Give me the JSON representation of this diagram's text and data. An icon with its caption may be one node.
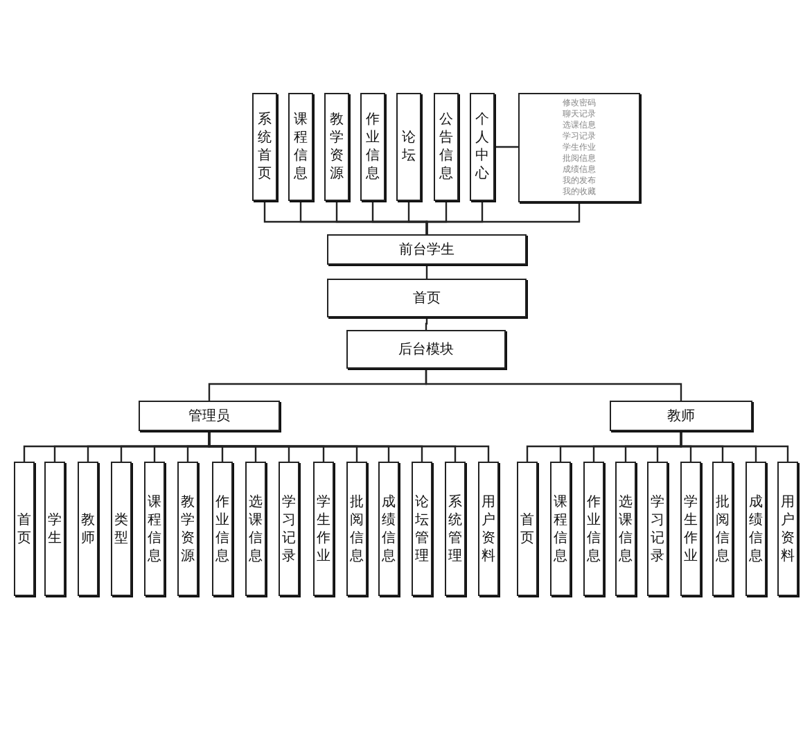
{
  "diagram": {
    "nodes": [
      {
        "text": [
          "系统首页"
        ]
      },
      {
        "text": [
          "课程信息"
        ]
      },
      {
        "text": [
          "教学资源"
        ]
      },
      {
        "text": [
          "作业信息"
        ]
      },
      {
        "text": [
          "论坛"
        ]
      },
      {
        "text": [
          "公告信息"
        ]
      },
      {
        "text": [
          "个人中心"
        ]
      },
      {
        "text": [
          "修改密码",
          "聊天记录",
          "选课信息",
          "学习记录",
          "学生作业",
          "批阅信息",
          "成绩信息",
          "我的发布",
          "我的收藏"
        ]
      },
      {
        "text": [
          "前台学生"
        ]
      },
      {
        "text": [
          "首页"
        ]
      },
      {
        "text": [
          "后台模块"
        ]
      },
      {
        "text": [
          "管理员"
        ]
      },
      {
        "text": [
          "教师"
        ]
      },
      {
        "text": [
          "首页"
        ]
      },
      {
        "text": [
          "学生"
        ]
      },
      {
        "text": [
          "教师"
        ]
      },
      {
        "text": [
          "类型"
        ]
      },
      {
        "text": [
          "课程信息"
        ]
      },
      {
        "text": [
          "教学资源"
        ]
      },
      {
        "text": [
          "作业信息"
        ]
      },
      {
        "text": [
          "选课信息"
        ]
      },
      {
        "text": [
          "学习记录"
        ]
      },
      {
        "text": [
          "学生作业"
        ]
      },
      {
        "text": [
          "批阅信息"
        ]
      },
      {
        "text": [
          "成绩信息"
        ]
      },
      {
        "text": [
          "论坛管理"
        ]
      },
      {
        "text": [
          "系统管理"
        ]
      },
      {
        "text": [
          "用户资料"
        ]
      },
      {
        "text": [
          "首页"
        ]
      },
      {
        "text": [
          "课程信息"
        ]
      },
      {
        "text": [
          "作业信息"
        ]
      },
      {
        "text": [
          "选课信息"
        ]
      },
      {
        "text": [
          "学习记录"
        ]
      },
      {
        "text": [
          "学生作业"
        ]
      },
      {
        "text": [
          "批阅信息"
        ]
      },
      {
        "text": [
          "成绩信息"
        ]
      },
      {
        "text": [
          "用户资料"
        ]
      }
    ],
    "edges": [
      {
        "from": 8,
        "to": 0,
        "arrow": "none"
      },
      {
        "from": 8,
        "to": 1,
        "arrow": "none"
      },
      {
        "from": 8,
        "to": 2,
        "arrow": "none"
      },
      {
        "from": 8,
        "to": 3,
        "arrow": "none"
      },
      {
        "from": 8,
        "to": 4,
        "arrow": "none"
      },
      {
        "from": 8,
        "to": 5,
        "arrow": "none"
      },
      {
        "from": 8,
        "to": 6,
        "arrow": "none"
      },
      {
        "from": 8,
        "to": 7,
        "arrow": "none"
      },
      {
        "from": 6,
        "to": 7,
        "arrow": "none"
      },
      {
        "from": 8,
        "to": 9,
        "arrow": "none"
      },
      {
        "from": 9,
        "to": 10,
        "arrow": "none"
      },
      {
        "from": 10,
        "to": 11,
        "arrow": "none"
      },
      {
        "from": 10,
        "to": 12,
        "arrow": "none"
      },
      {
        "from": 11,
        "to": 13,
        "arrow": "none"
      },
      {
        "from": 11,
        "to": 14,
        "arrow": "none"
      },
      {
        "from": 11,
        "to": 15,
        "arrow": "none"
      },
      {
        "from": 11,
        "to": 16,
        "arrow": "none"
      },
      {
        "from": 11,
        "to": 17,
        "arrow": "none"
      },
      {
        "from": 11,
        "to": 18,
        "arrow": "none"
      },
      {
        "from": 11,
        "to": 19,
        "arrow": "none"
      },
      {
        "from": 11,
        "to": 20,
        "arrow": "none"
      },
      {
        "from": 11,
        "to": 21,
        "arrow": "none"
      },
      {
        "from": 11,
        "to": 22,
        "arrow": "none"
      },
      {
        "from": 11,
        "to": 23,
        "arrow": "none"
      },
      {
        "from": 11,
        "to": 24,
        "arrow": "none"
      },
      {
        "from": 11,
        "to": 25,
        "arrow": "none"
      },
      {
        "from": 11,
        "to": 26,
        "arrow": "none"
      },
      {
        "from": 11,
        "to": 27,
        "arrow": "none"
      },
      {
        "from": 12,
        "to": 28,
        "arrow": "none"
      },
      {
        "from": 12,
        "to": 29,
        "arrow": "none"
      },
      {
        "from": 12,
        "to": 30,
        "arrow": "none"
      },
      {
        "from": 12,
        "to": 31,
        "arrow": "none"
      },
      {
        "from": 12,
        "to": 32,
        "arrow": "none"
      },
      {
        "from": 12,
        "to": 33,
        "arrow": "none"
      },
      {
        "from": 12,
        "to": 34,
        "arrow": "none"
      },
      {
        "from": 12,
        "to": 35,
        "arrow": "none"
      },
      {
        "from": 12,
        "to": 36,
        "arrow": "none"
      }
    ]
  }
}
